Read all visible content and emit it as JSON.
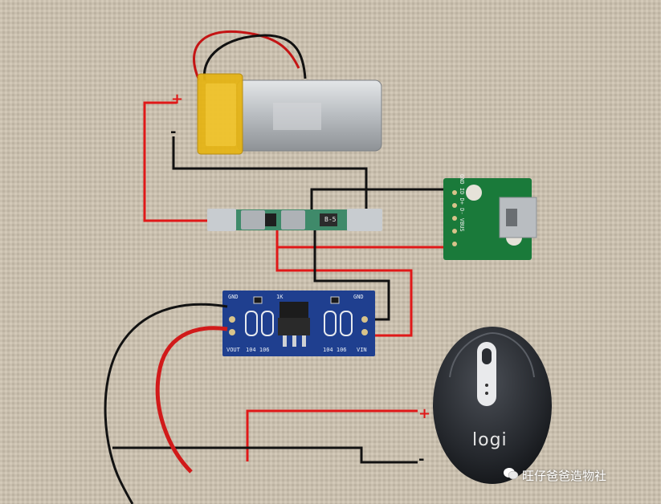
{
  "labels": {
    "battery_plus": "+",
    "battery_minus": "-",
    "out_plus": "+",
    "out_minus": "-"
  },
  "protect_board": {
    "marking": "B-5"
  },
  "usb_board": {
    "pins": "GND ID D+ D- VBUS"
  },
  "regulator": {
    "top_gnd": "GND",
    "top_mark": "1K",
    "top_gnd2": "GND",
    "bottom_vout": "VOUT",
    "bottom_cap1": "104 106",
    "bottom_cap2": "104 106",
    "bottom_vin": "VIN"
  },
  "mouse": {
    "brand": "logi"
  },
  "watermark": {
    "text": "旺仔爸爸造物社"
  },
  "colors": {
    "fabric": "#c9bfae",
    "wire_red": "#e01818",
    "wire_black": "#111111",
    "pcb_blue": "#1f3f8f",
    "pcb_green": "#1a7a3a"
  }
}
